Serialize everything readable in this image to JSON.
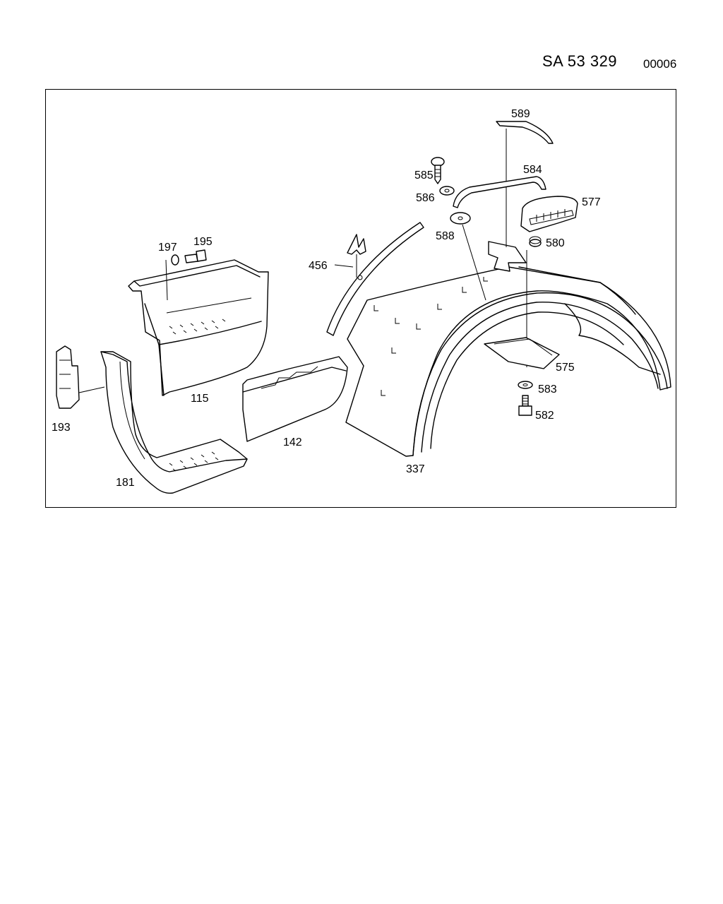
{
  "header": {
    "drawing_code": "SA  53 329",
    "sheet_number": "00006"
  },
  "callouts": {
    "p589": "589",
    "p585": "585",
    "p584": "584",
    "p586": "586",
    "p577": "577",
    "p588": "588",
    "p580": "580",
    "p197": "197",
    "p195": "195",
    "p456": "456",
    "p115": "115",
    "p575": "575",
    "p583": "583",
    "p582": "582",
    "p193": "193",
    "p142": "142",
    "p337": "337",
    "p181": "181"
  }
}
